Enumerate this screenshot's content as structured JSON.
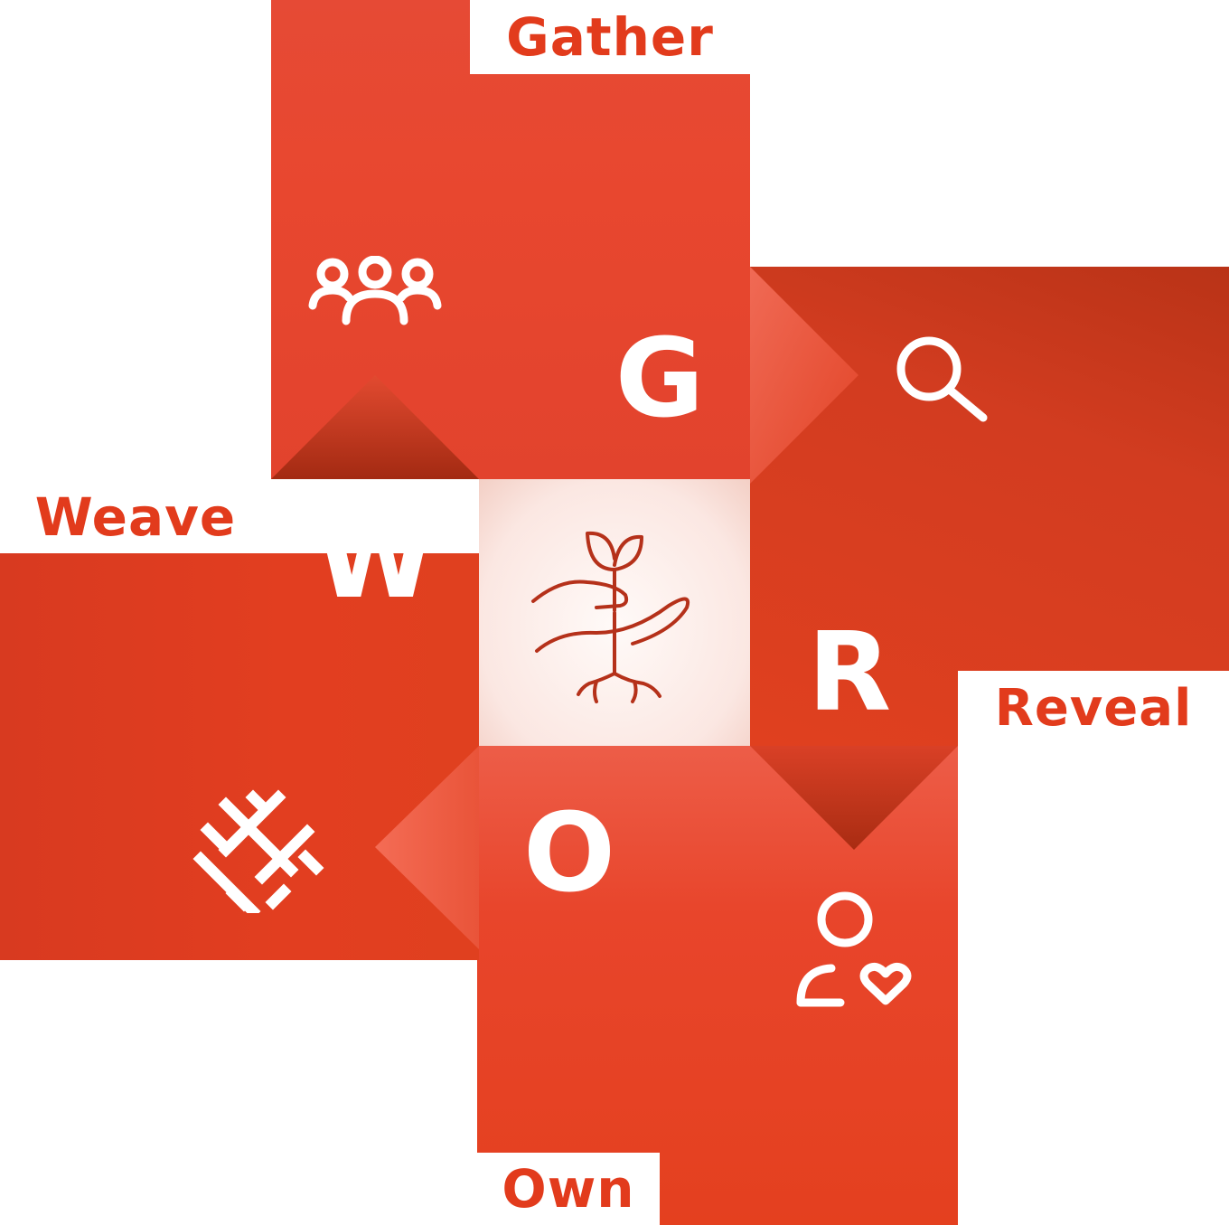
{
  "stages": {
    "gather": {
      "label": "Gather",
      "letter": "G",
      "icon": "people-group-icon"
    },
    "reveal": {
      "label": "Reveal",
      "letter": "R",
      "icon": "magnifying-glass-icon"
    },
    "own": {
      "label": "Own",
      "letter": "O",
      "icon": "person-heart-icon"
    },
    "weave": {
      "label": "Weave",
      "letter": "W",
      "icon": "woven-pattern-icon"
    }
  },
  "centre": {
    "icon": "seedling-in-hand-icon"
  },
  "colors": {
    "accent": "#e23b1c",
    "panel_dark": "#b93317",
    "panel_light": "#ed5d48",
    "centre_bg": "#fbe7e2",
    "icon_line": "#b5311a",
    "text_on_panel": "#ffffff"
  }
}
